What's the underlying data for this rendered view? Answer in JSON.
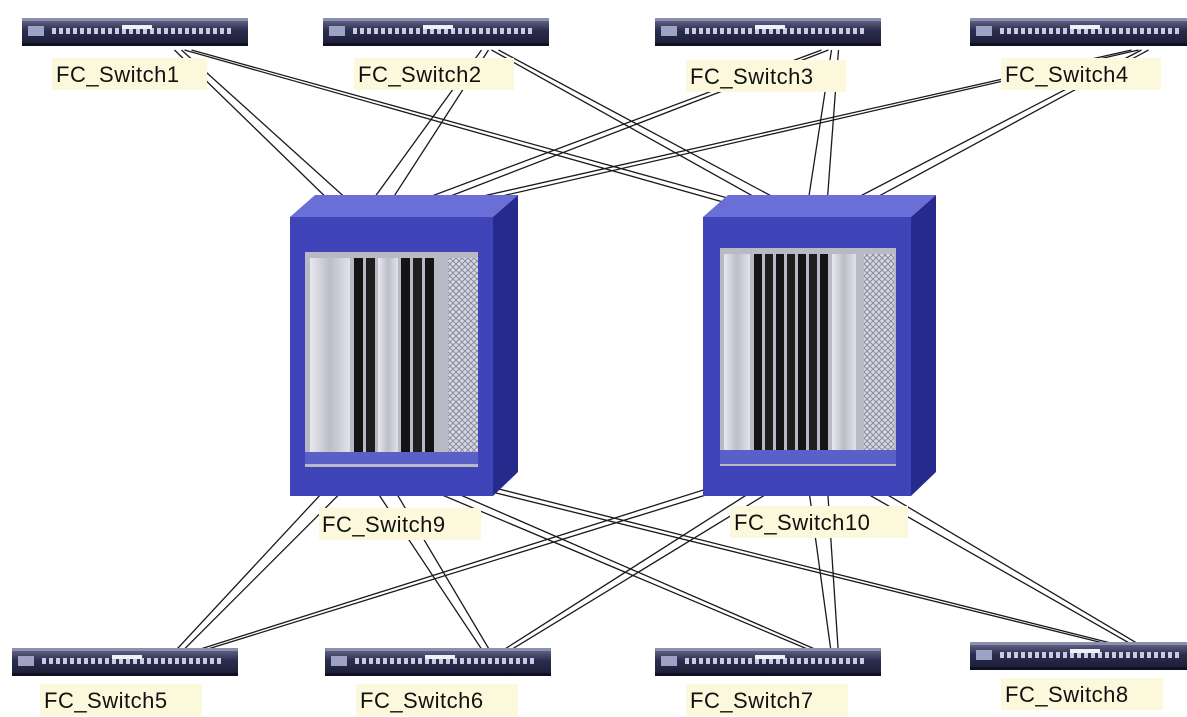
{
  "diagram": {
    "edge_switches": [
      {
        "id": "s1",
        "label": "FC_Switch1"
      },
      {
        "id": "s2",
        "label": "FC_Switch2"
      },
      {
        "id": "s3",
        "label": "FC_Switch3"
      },
      {
        "id": "s4",
        "label": "FC_Switch4"
      },
      {
        "id": "s5",
        "label": "FC_Switch5"
      },
      {
        "id": "s6",
        "label": "FC_Switch6"
      },
      {
        "id": "s7",
        "label": "FC_Switch7"
      },
      {
        "id": "s8",
        "label": "FC_Switch8"
      }
    ],
    "core_switches": [
      {
        "id": "s9",
        "label": "FC_Switch9"
      },
      {
        "id": "s10",
        "label": "FC_Switch10"
      }
    ],
    "links_per_pair": 2,
    "colors": {
      "core_body": "#3f44b8",
      "core_side": "#262a8c",
      "core_top": "#6a6fd8",
      "edge_body": "#2d2f52",
      "wire": "#1a1a1a",
      "label_bg": "#fbf8dc"
    }
  }
}
